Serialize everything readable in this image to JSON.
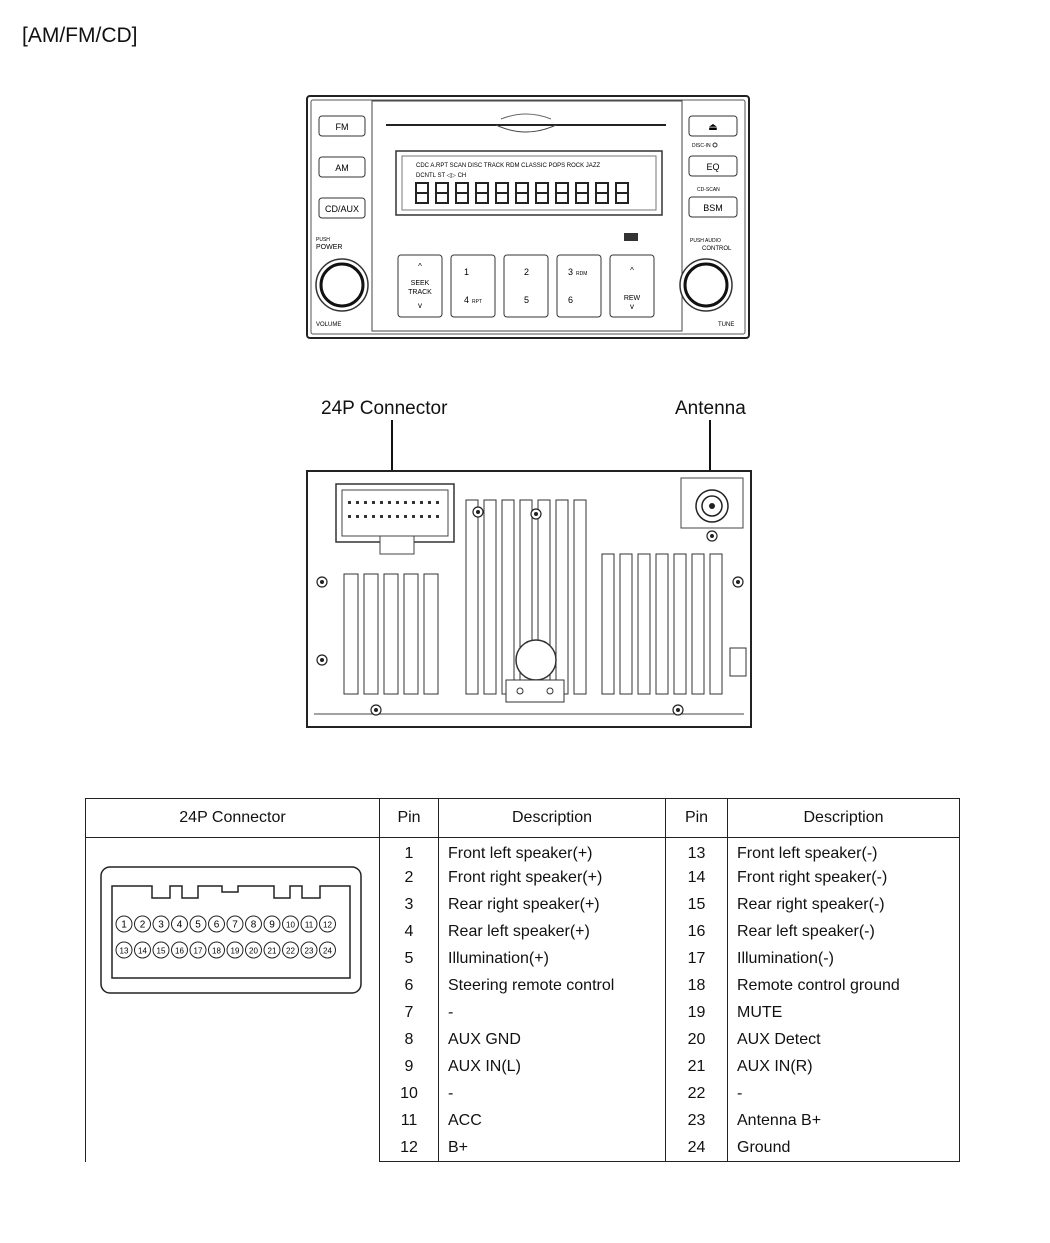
{
  "title": "[AM/FM/CD]",
  "front_panel": {
    "buttons": {
      "fm": "FM",
      "am": "AM",
      "cd_aux": "CD/AUX",
      "eject": "⏏",
      "disc_in": "DISC-IN",
      "eq": "EQ",
      "cd_scan": "CD-SCAN",
      "bsm": "BSM",
      "seek_track_line1": "SEEK",
      "seek_track_line2": "TRACK",
      "preset_1": "1",
      "preset_2": "2",
      "preset_3": "3",
      "preset_3_sub": "RDM",
      "preset_4": "4",
      "preset_4_sub": "RPT",
      "preset_5": "5",
      "preset_6": "6",
      "rew": "REW"
    },
    "display_indicators_line1": "CDC A.RPT SCAN DISC   TRACK RDM CLASSIC POPS ROCK JAZZ",
    "display_indicators_line2": "DCNTL ST ◁▷  CH",
    "push_power_line1": "PUSH",
    "push_power_line2": "POWER",
    "volume": "VOLUME",
    "push_audio_line1": "PUSH AUDIO",
    "push_audio_line2": "CONTROL",
    "tune": "TUNE"
  },
  "rear_labels": {
    "connector": "24P Connector",
    "antenna": "Antenna"
  },
  "table": {
    "headers": [
      "24P Connector",
      "Pin",
      "Description",
      "Pin",
      "Description"
    ],
    "rows": [
      {
        "pin_a": "1",
        "desc_a": "Front left speaker(+)",
        "pin_b": "13",
        "desc_b": "Front left speaker(-)"
      },
      {
        "pin_a": "2",
        "desc_a": "Front right speaker(+)",
        "pin_b": "14",
        "desc_b": "Front right speaker(-)"
      },
      {
        "pin_a": "3",
        "desc_a": "Rear right speaker(+)",
        "pin_b": "15",
        "desc_b": "Rear right speaker(-)"
      },
      {
        "pin_a": "4",
        "desc_a": "Rear left speaker(+)",
        "pin_b": "16",
        "desc_b": "Rear left speaker(-)"
      },
      {
        "pin_a": "5",
        "desc_a": "Illumination(+)",
        "pin_b": "17",
        "desc_b": "Illumination(-)"
      },
      {
        "pin_a": "6",
        "desc_a": "Steering remote control",
        "pin_b": "18",
        "desc_b": "Remote control ground"
      },
      {
        "pin_a": "7",
        "desc_a": "-",
        "pin_b": "19",
        "desc_b": "MUTE"
      },
      {
        "pin_a": "8",
        "desc_a": "AUX GND",
        "pin_b": "20",
        "desc_b": "AUX Detect"
      },
      {
        "pin_a": "9",
        "desc_a": "AUX IN(L)",
        "pin_b": "21",
        "desc_b": "AUX IN(R)"
      },
      {
        "pin_a": "10",
        "desc_a": "-",
        "pin_b": "22",
        "desc_b": "-"
      },
      {
        "pin_a": "11",
        "desc_a": "ACC",
        "pin_b": "23",
        "desc_b": "Antenna B+"
      },
      {
        "pin_a": "12",
        "desc_a": "B+",
        "pin_b": "24",
        "desc_b": "Ground"
      }
    ]
  },
  "connector_pins_top": [
    "1",
    "2",
    "3",
    "4",
    "5",
    "6",
    "7",
    "8",
    "9",
    "10",
    "11",
    "12"
  ],
  "connector_pins_bottom": [
    "13",
    "14",
    "15",
    "16",
    "17",
    "18",
    "19",
    "20",
    "21",
    "22",
    "23",
    "24"
  ]
}
